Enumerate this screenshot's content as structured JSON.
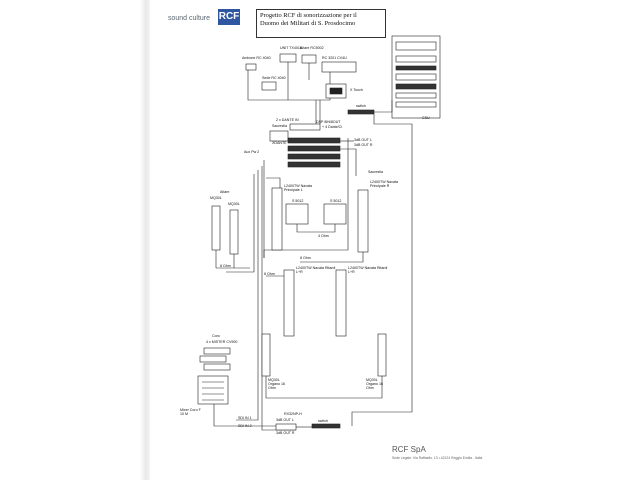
{
  "brand": {
    "tagline": "sound culture",
    "logo": "RCF"
  },
  "title": {
    "line1": "Progetto RCF di sonorizzazione per il",
    "line2": "Duomo dei Militari di S. Prosdocimo"
  },
  "labels": {
    "ambiente": "Ambone RC 4040",
    "sede": "Sede RC 4040",
    "unit": "UNIT TX4016",
    "altare": "Altare RC5002",
    "rc3201": "RC 3201 CV4U",
    "xtouch": "X Touch",
    "dante": "2 x DANTE IN",
    "sacrestia": "Sacrestia",
    "dsp_in": "DSP 8IN/8OUT",
    "dsp_in2": "+ 4 Dante/Ci",
    "xdante": "XDANTE",
    "aux": "Aux Pw 2",
    "outl": "3dB OUT L",
    "outr": "3dB OUT R",
    "switch_top": "switch",
    "altare_col": "Altare",
    "mq30l_1": "MQ30L",
    "mq30l_2": "MQ30L",
    "ohm_a": "8 Ohm",
    "navata_l": "L2400TW Navata Principale L",
    "navata_r": "L2400TW Navata Principale R",
    "sacrestia_r": "Sacrestia",
    "s5012_l": "S 5012",
    "s5012_r": "S 5012",
    "ohm_b": "4 Ohm",
    "ohm_c": "8 Ohm",
    "ohm_d": "8 Ohm",
    "ritardi_l": "L2400TW Navata Ritardi L+R",
    "ritardi_r": "L2400TW Navata Ritardi L+R",
    "coro": "Coro",
    "coro_mic": "4 x MISTER CV900",
    "mixer": "Mixer Coro F 10 M",
    "mq30l_org_l": "MQ30L Organo 16 Ohm",
    "mq30l_org_r": "MQ30L Organo 16 Ohm",
    "sdi_in1": "SDI IN 1",
    "sdi_in2": "SDI IN 2",
    "outl2": "3dB OUT L",
    "outr2": "3dB OUT R",
    "rx": "RX32NP-H",
    "switch_bottom": "switch",
    "csu": "CSU"
  },
  "footer": {
    "company": "RCF SpA",
    "address": "Sede Legale: Via Raffaello, 13 • 42124 Reggio Emilia - Italia"
  }
}
